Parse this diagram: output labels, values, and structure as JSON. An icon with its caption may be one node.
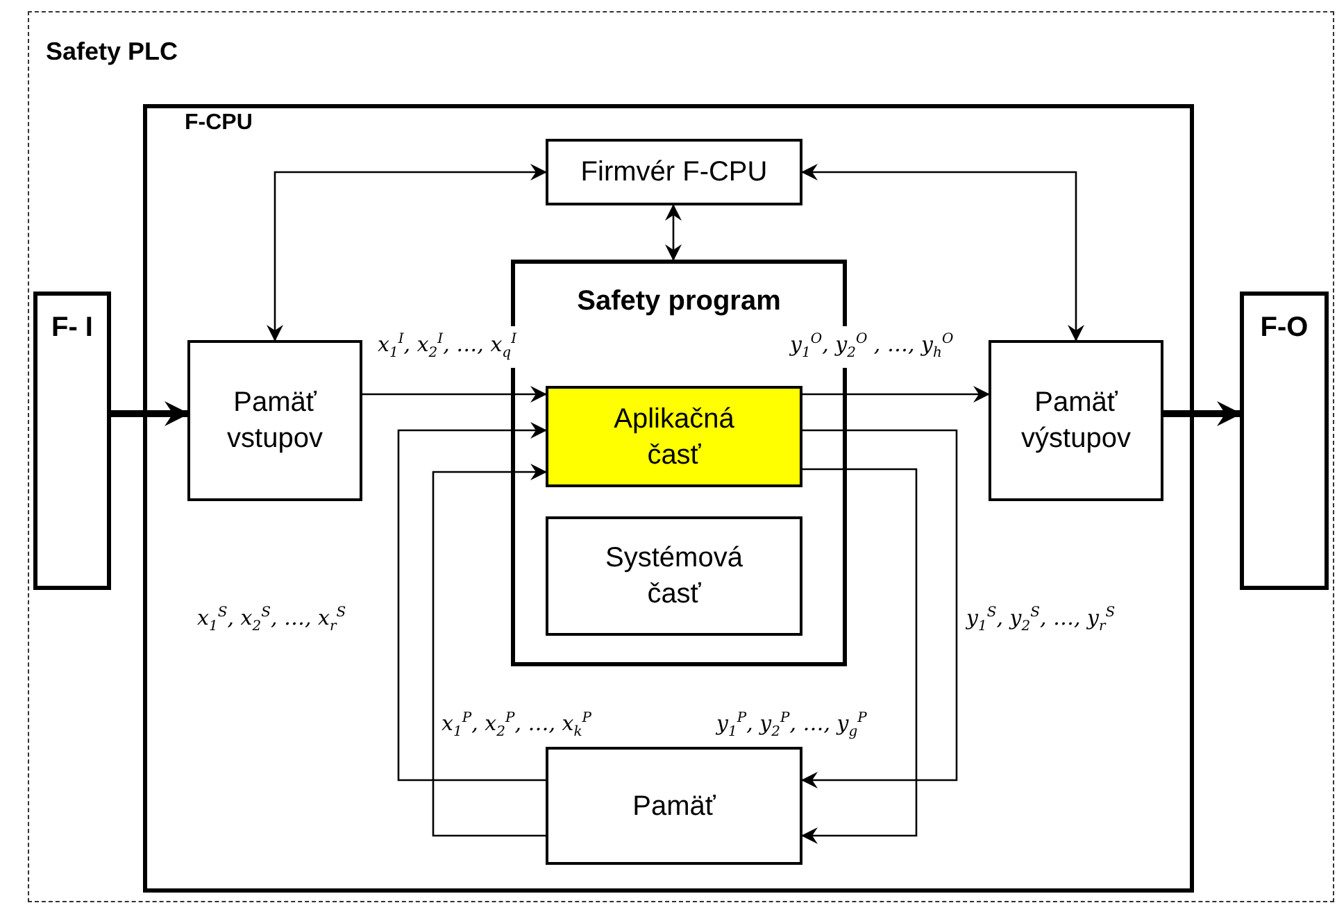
{
  "diagram": {
    "nodes": [
      {
        "text": [
          "Safety PLC"
        ]
      },
      {
        "text": [
          "F- I"
        ],
        "in": 0
      },
      {
        "text": [
          "F-CPU"
        ],
        "in": 0
      },
      {
        "text": [
          "Firmvér F-CPU"
        ],
        "in": 2
      },
      {
        "text": [
          "Pamäť vstupov"
        ],
        "in": 2
      },
      {
        "text": [
          "Safety program"
        ],
        "in": 2
      },
      {
        "text": [
          "Aplikačná časť"
        ],
        "in": 5
      },
      {
        "text": [
          "Systémová časť"
        ],
        "in": 5
      },
      {
        "text": [
          "Pamäť výstupov"
        ],
        "in": 2
      },
      {
        "text": [
          "Pamäť"
        ],
        "in": 2
      },
      {
        "text": [
          "F-O"
        ],
        "in": 0
      }
    ],
    "edges": [
      {
        "from": 3,
        "to": 4,
        "arrow": "both"
      },
      {
        "from": 3,
        "to": 5,
        "arrow": "both"
      },
      {
        "from": 3,
        "to": 8,
        "arrow": "both"
      },
      {
        "from": 1,
        "to": 4,
        "arrow": "to",
        "style": "thick"
      },
      {
        "from": 4,
        "to": 6,
        "arrow": "to",
        "label": "x$_{1}$$^{I}$, x$_{2}$$^{I}$, …, x$_{q}$$^{I}$"
      },
      {
        "from": 9,
        "to": 6,
        "arrow": "to",
        "label": "x$_{1}$$^{S}$,  x$_{2}$$^{S}$,  …, x$_{r}$$^{S}$"
      },
      {
        "from": 9,
        "to": 6,
        "arrow": "to",
        "label": "x$_{1}$$^{P}$, x$_{2}$$^{P}$, …, x$_{k}$$^{P}$"
      },
      {
        "from": 6,
        "to": 8,
        "arrow": "to",
        "label": "y$_{1}$$^{O}$, y$_{2}$$^{O}$ , …, y$_{h}$$^{O}$"
      },
      {
        "from": 6,
        "to": 9,
        "arrow": "to",
        "label": "y$_{1}$$^{S}$, y$_{2}$$^{S}$, …, y$_{r}$$^{S}$"
      },
      {
        "from": 6,
        "to": 9,
        "arrow": "to",
        "label": "y$_{1}$$^{P}$, y$_{2}$$^{P}$,  …, y$_{g}$$^{P}$"
      },
      {
        "from": 8,
        "to": 10,
        "arrow": "to",
        "style": "thick"
      }
    ]
  }
}
